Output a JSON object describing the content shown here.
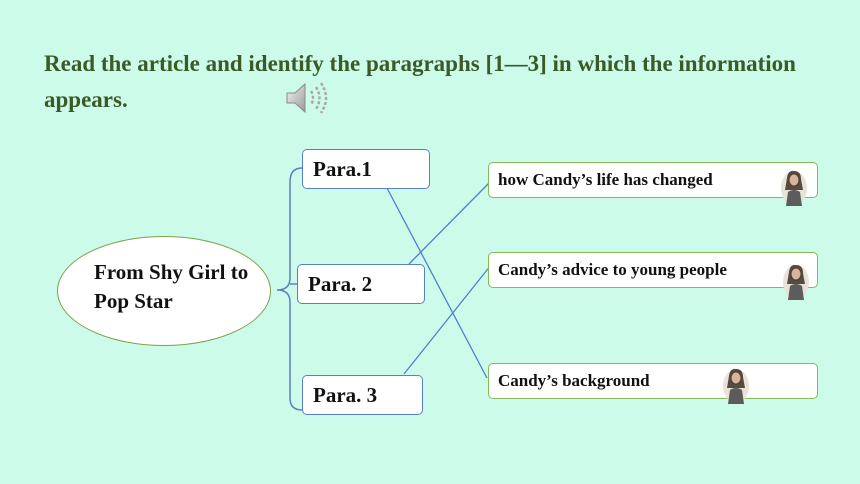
{
  "instruction": "Read the article and identify the paragraphs [1—3] in which the information appears.",
  "central_topic": "From Shy Girl to Pop Star",
  "paragraphs": [
    {
      "label": "Para.1"
    },
    {
      "label": "Para. 2"
    },
    {
      "label": "Para. 3"
    }
  ],
  "information": [
    {
      "text": "how Candy’s life has changed"
    },
    {
      "text": "Candy’s advice to young people"
    },
    {
      "text": "Candy’s background"
    }
  ],
  "matches": [
    {
      "paragraph": "Para.1",
      "information": "Candy’s background"
    },
    {
      "paragraph": "Para. 2",
      "information": "how Candy’s life has changed"
    },
    {
      "paragraph": "Para. 3",
      "information": "Candy’s advice to young people"
    }
  ],
  "icons": {
    "audio": "speaker-icon",
    "photo": "candy-photo"
  },
  "colors": {
    "background": "#ccfbe9",
    "instruction_text": "#3a5a28",
    "bracket_lines": "#5b7fc4",
    "ellipse_border": "#7aa24a",
    "info_border": "#86b95a"
  }
}
